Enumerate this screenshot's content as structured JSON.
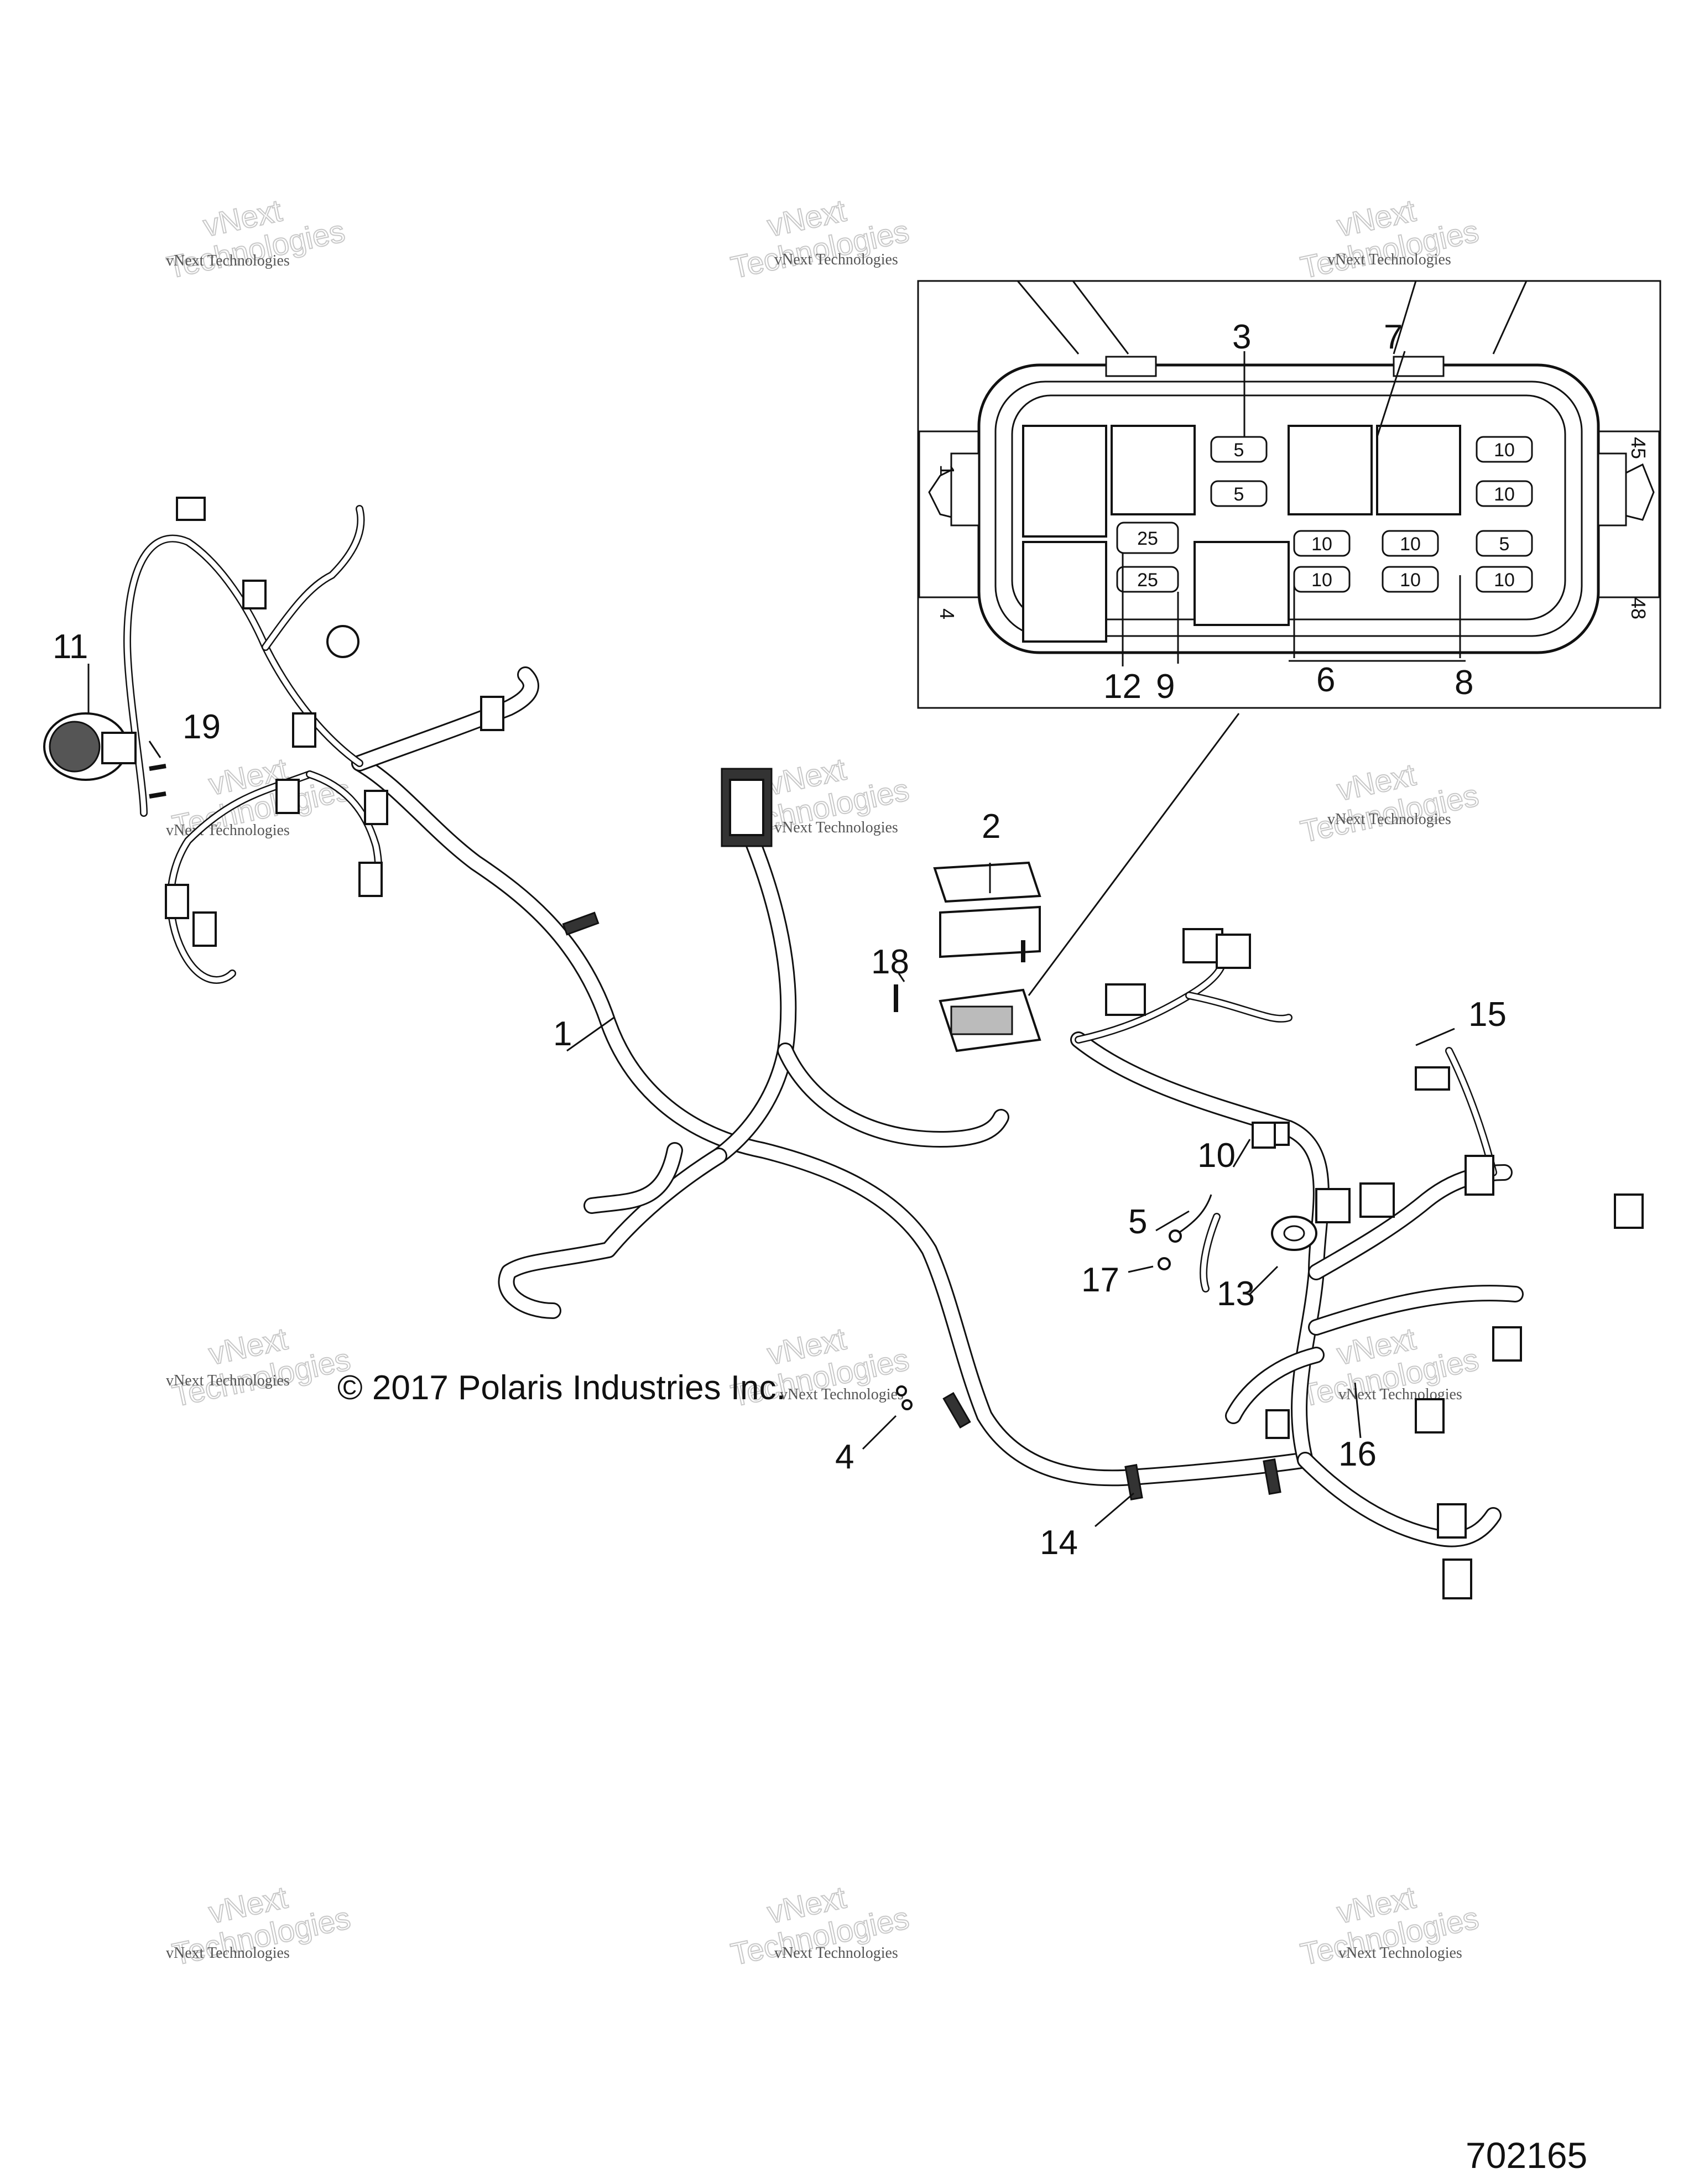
{
  "copyright": "© 2017 Polaris Industries Inc.",
  "figure_number": "702165",
  "watermark": {
    "text_small": "vNext Technologies",
    "text_big_line1": "vNext",
    "text_big_line2": "Technologies"
  },
  "callouts": {
    "c1": "1",
    "c2": "2",
    "c3": "3",
    "c4": "4",
    "c5": "5",
    "c6": "6",
    "c7": "7",
    "c8": "8",
    "c9": "9",
    "c10": "10",
    "c11": "11",
    "c12": "12",
    "c13": "13",
    "c14": "14",
    "c15": "15",
    "c16": "16",
    "c17": "17",
    "c18": "18",
    "c19": "19"
  },
  "fuse_box": {
    "pin_labels": {
      "top_left": "1",
      "bottom_left": "4",
      "top_right": "45",
      "bottom_right": "48"
    },
    "fuses": {
      "f_col3_r1": "5",
      "f_col3_r2": "5",
      "f_col2_r3": "25",
      "f_col2_r4": "25",
      "f_col5_r3": "10",
      "f_col5_r4": "10",
      "f_col6_r3": "10",
      "f_col6_r4": "10",
      "f_col7_r1": "10",
      "f_col7_r2": "10",
      "f_col7_r3": "5",
      "f_col7_r4": "10"
    }
  }
}
